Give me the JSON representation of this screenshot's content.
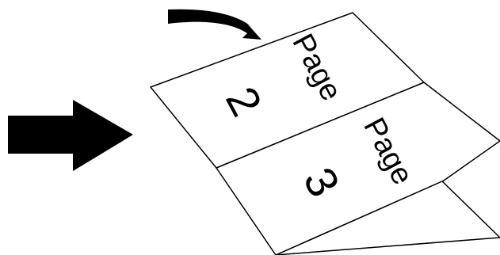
{
  "pages": [
    {
      "word": "Page",
      "number": "2"
    },
    {
      "word": "Page",
      "number": "3"
    }
  ],
  "colors": {
    "ink": "#000000",
    "paper": "#ffffff"
  },
  "icons": [
    "large-right-arrow-icon",
    "curved-arrow-icon"
  ]
}
